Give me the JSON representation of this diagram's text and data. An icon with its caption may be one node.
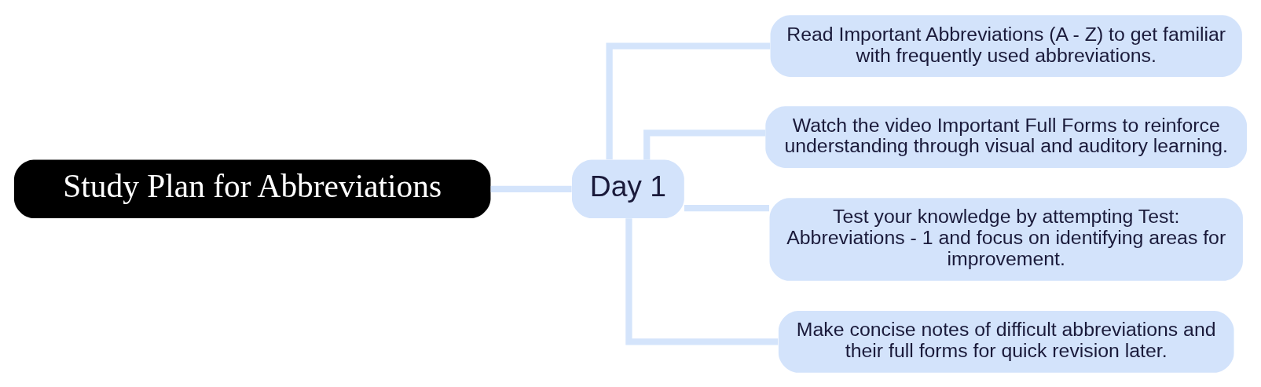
{
  "diagram": {
    "nodes": [
      {
        "text": [
          "Study Plan for Abbreviations"
        ]
      },
      {
        "text": [
          "Day 1"
        ]
      },
      {
        "text": [
          "Read Important Abbreviations (A - Z) to get familiar with frequently used abbreviations."
        ]
      },
      {
        "text": [
          "Watch the video Important Full Forms to reinforce understanding through visual and auditory learning."
        ]
      },
      {
        "text": [
          "Test your knowledge by attempting Test: Abbreviations - 1 and focus on identifying areas for improvement."
        ]
      },
      {
        "text": [
          "Make concise notes of difficult abbreviations and their full forms for quick revision later."
        ]
      }
    ],
    "edges": [
      {
        "from": 0,
        "to": 1,
        "arrow": "none"
      },
      {
        "from": 1,
        "to": 2,
        "arrow": "none"
      },
      {
        "from": 1,
        "to": 3,
        "arrow": "none"
      },
      {
        "from": 1,
        "to": 4,
        "arrow": "none"
      },
      {
        "from": 1,
        "to": 5,
        "arrow": "none"
      }
    ]
  }
}
